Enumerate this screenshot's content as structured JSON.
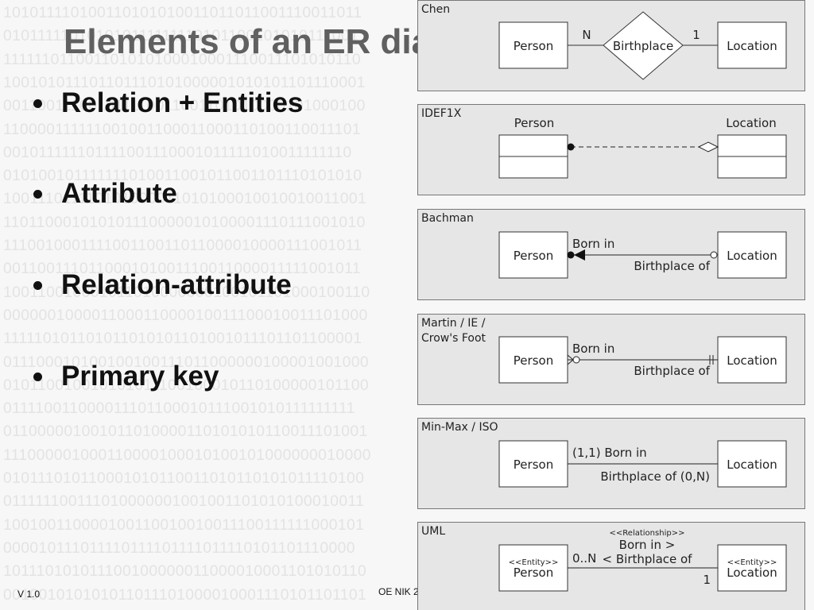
{
  "slide": {
    "title": "Elements of an ER dia",
    "bullets": [
      "Relation + Entities",
      "Attribute",
      "Relation-attribute",
      "Primary key"
    ],
    "footer_version": "V 1.0",
    "footer_center": "OE NIK 2"
  },
  "background_binary": [
    "101011110100110101010011011011001110011011",
    "010111110101010111111110101100101010111001",
    "111111011001101010100010001110011101010110",
    "100101011101101110101000001010101101110001",
    "001100111001011110011001101010000101000100",
    "110000111111001001100011000110100110011101",
    "001011111101111001110001011111010011111110",
    "010100101111111010011001011001101110101010",
    "100111011110101000011010100010010010011001",
    "110110001010101110000010100001110111001010",
    "111001000111100110011011000010000111001011",
    "001100111011000101001110011000011111001011",
    "100110010001011010000000100101101000100110",
    "000000100001100011000010011100010011101000",
    "111110101101011010101101001011101101100001",
    "011100010100100100111011000000100001001000",
    "010110010010101011100100010110100000101100",
    "011110011000011101100010111001010111111111",
    "011000001001011010000110101010110011101001",
    "111000001000110000100010100101000000010000",
    "010111010110001010110011010110101011110100",
    "011111100111010000001001001101010100010011",
    "100100110000100110010010011100111111000101",
    "000010111011110111101111011110101101110000",
    "101110101011100100000011000010001101010110",
    "001001010101011011101000010001110101101101"
  ],
  "notations": [
    {
      "name": "Chen",
      "entity_left": "Person",
      "entity_right": "Location",
      "relationship": "Birthplace",
      "card_left": "N",
      "card_right": "1"
    },
    {
      "name": "IDEF1X",
      "entity_left": "Person",
      "entity_right": "Location"
    },
    {
      "name": "Bachman",
      "entity_left": "Person",
      "entity_right": "Location",
      "label_top": "Born in",
      "label_bottom": "Birthplace of"
    },
    {
      "name": "Martin / IE / Crow's Foot",
      "name_lines": [
        "Martin / IE /",
        "Crow's Foot"
      ],
      "entity_left": "Person",
      "entity_right": "Location",
      "label_top": "Born in",
      "label_bottom": "Birthplace of"
    },
    {
      "name": "Min-Max / ISO",
      "entity_left": "Person",
      "entity_right": "Location",
      "label_top": "(1,1) Born in",
      "label_bottom": "Birthplace of (0,N)"
    },
    {
      "name": "UML",
      "entity_left": "Person",
      "entity_right": "Location",
      "stereotype_left": "<<Entity>>",
      "stereotype_right": "<<Entity>>",
      "relationship_stereotype": "<<Relationship>>",
      "label_top": "Born in >",
      "label_bottom": "< Birthplace of",
      "card_left": "0..N",
      "card_right": "1"
    }
  ]
}
